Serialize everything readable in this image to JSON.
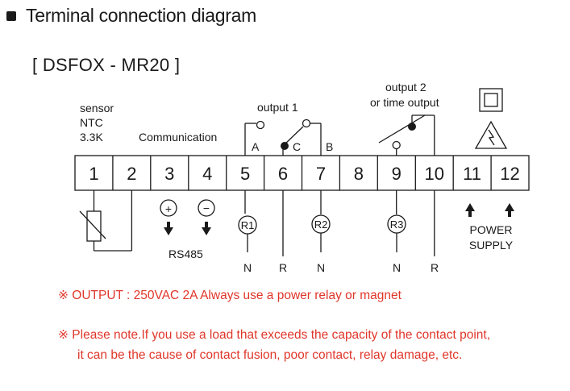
{
  "header": {
    "title": "Terminal connection diagram",
    "model": "[ DSFOX - MR20 ]"
  },
  "labels": {
    "sensor": "sensor",
    "ntc": "NTC",
    "ntc_value": "3.3K",
    "communication": "Communication",
    "output1": "output 1",
    "output2_line1": "output 2",
    "output2_line2": "or time output",
    "contact_a": "A",
    "contact_c": "C",
    "contact_b": "B",
    "plus": "+",
    "minus": "−",
    "rs485": "RS485",
    "r1": "R1",
    "r2": "R2",
    "r3": "R3",
    "n": "N",
    "r": "R",
    "power_line1": "POWER",
    "power_line2": "SUPPLY"
  },
  "terminals": [
    "1",
    "2",
    "3",
    "4",
    "5",
    "6",
    "7",
    "8",
    "9",
    "10",
    "11",
    "12"
  ],
  "notes": {
    "output_note": "※ OUTPUT : 250VAC 2A Always use a power relay or magnet",
    "caution_line1": "※ Please note.If you  use a load that exceeds the capacity of the contact point,",
    "caution_line2": "it can be the cause of contact fusion, poor contact, relay damage, etc."
  }
}
